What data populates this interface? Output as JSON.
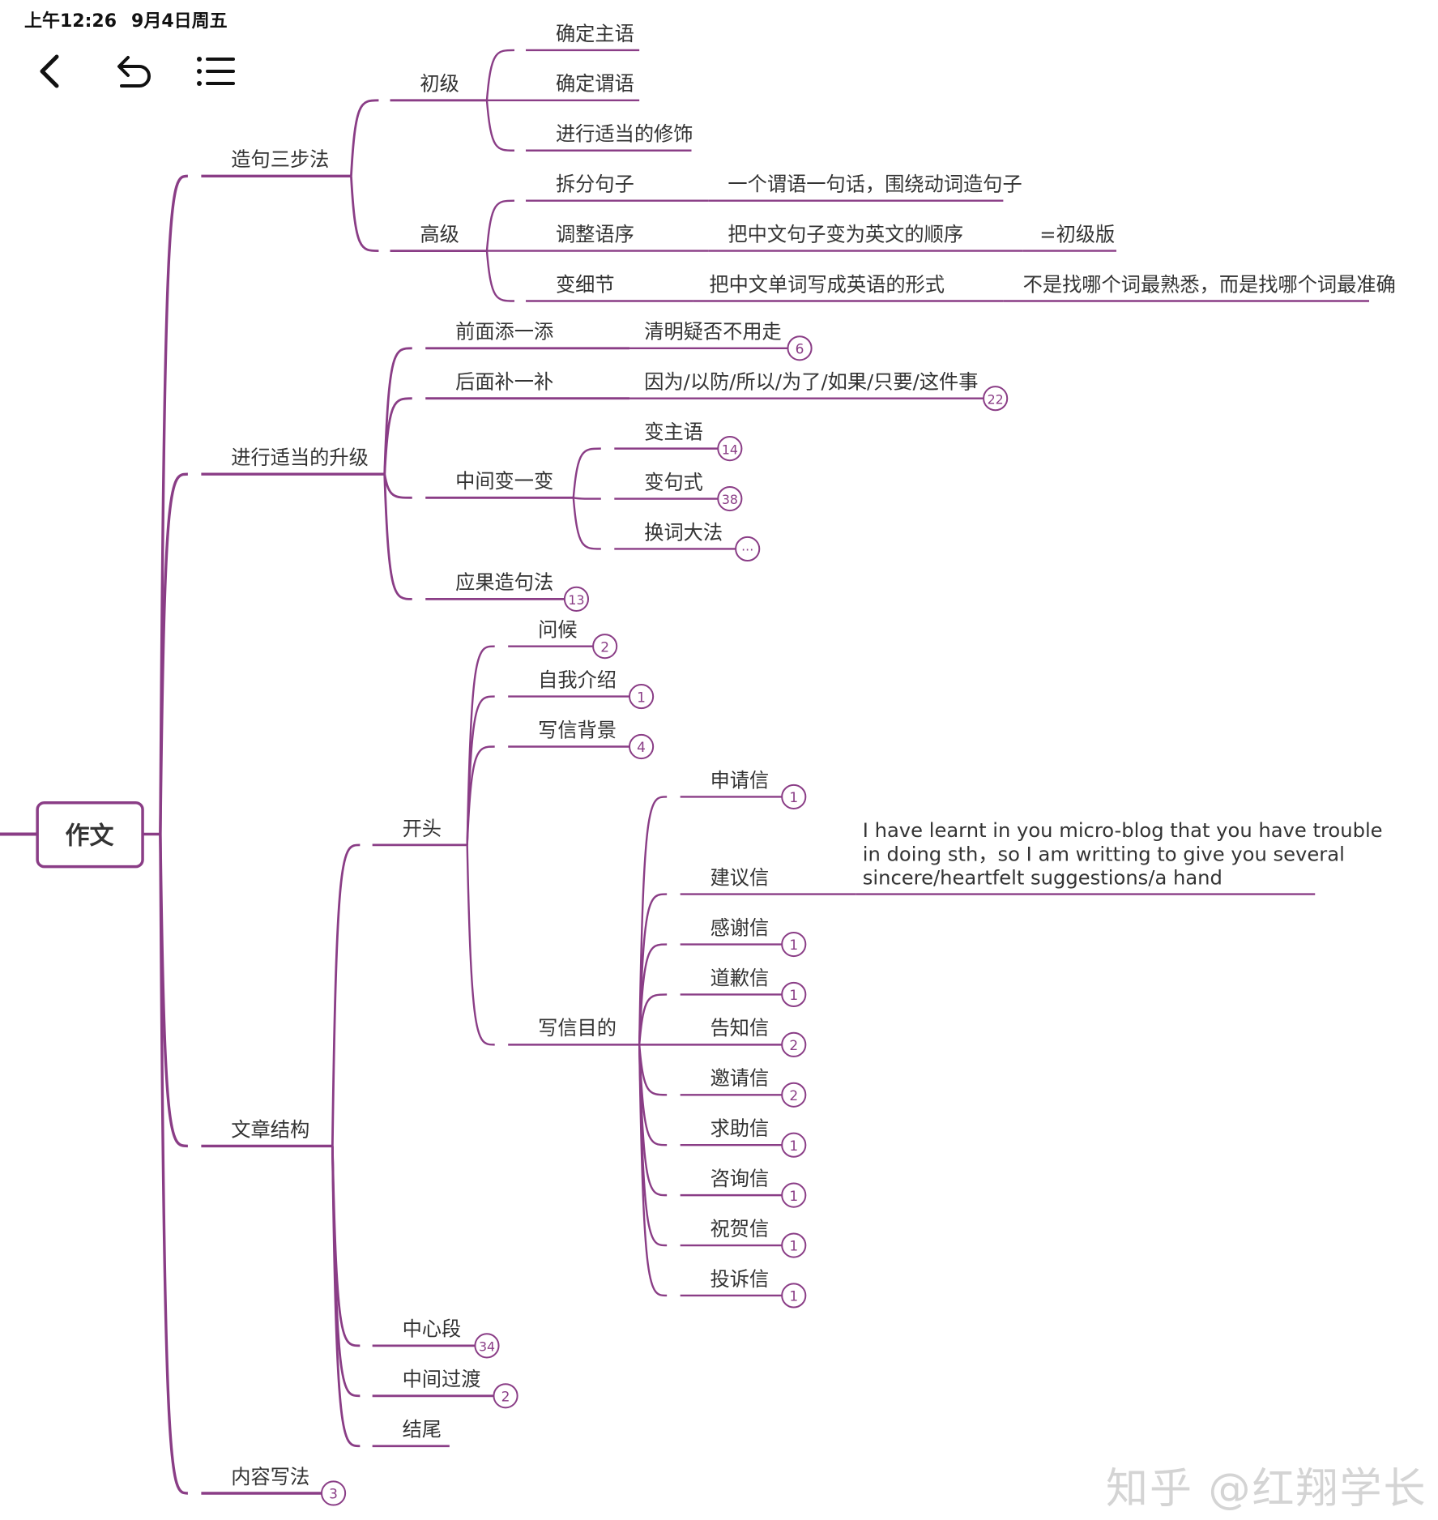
{
  "status_bar": {
    "time": "上午12:26",
    "date": "9月4日周五"
  },
  "toolbar": {
    "back_icon": "chevron-left-icon",
    "undo_icon": "undo-icon",
    "outline_icon": "list-icon"
  },
  "colors": {
    "branch": "#8a3d86",
    "badge": "#8a3d86",
    "text": "#333333"
  },
  "watermark": "知乎 @红翔学长",
  "mindmap": {
    "root": "作文",
    "nodes": [
      {
        "id": "b1",
        "parent": "root",
        "label": "造句三步法"
      },
      {
        "id": "b1a",
        "parent": "b1",
        "label": "初级"
      },
      {
        "id": "b1a1",
        "parent": "b1a",
        "label": "确定主语"
      },
      {
        "id": "b1a2",
        "parent": "b1a",
        "label": "确定谓语"
      },
      {
        "id": "b1a3",
        "parent": "b1a",
        "label": "进行适当的修饰"
      },
      {
        "id": "b1b",
        "parent": "b1",
        "label": "高级"
      },
      {
        "id": "b1b1",
        "parent": "b1b",
        "label": "拆分句子"
      },
      {
        "id": "b1b1a",
        "parent": "b1b1",
        "label": "一个谓语一句话，围绕动词造句子"
      },
      {
        "id": "b1b2",
        "parent": "b1b",
        "label": "调整语序"
      },
      {
        "id": "b1b2a",
        "parent": "b1b2",
        "label": "把中文句子变为英文的顺序"
      },
      {
        "id": "b1b2b",
        "parent": "b1b2a",
        "label": "=初级版"
      },
      {
        "id": "b1b3",
        "parent": "b1b",
        "label": "变细节"
      },
      {
        "id": "b1b3a",
        "parent": "b1b3",
        "label": "把中文单词写成英语的形式"
      },
      {
        "id": "b1b3b",
        "parent": "b1b3a",
        "label": "不是找哪个词最熟悉，而是找哪个词最准确"
      },
      {
        "id": "b2",
        "parent": "root",
        "label": "进行适当的升级"
      },
      {
        "id": "b2a",
        "parent": "b2",
        "label": "前面添一添"
      },
      {
        "id": "b2a1",
        "parent": "b2a",
        "label": "清明疑否不用走",
        "badge": "6"
      },
      {
        "id": "b2b",
        "parent": "b2",
        "label": "后面补一补"
      },
      {
        "id": "b2b1",
        "parent": "b2b",
        "label": "因为/以防/所以/为了/如果/只要/这件事",
        "badge": "22"
      },
      {
        "id": "b2c",
        "parent": "b2",
        "label": "中间变一变"
      },
      {
        "id": "b2c1",
        "parent": "b2c",
        "label": "变主语",
        "badge": "14"
      },
      {
        "id": "b2c2",
        "parent": "b2c",
        "label": "变句式",
        "badge": "38"
      },
      {
        "id": "b2c3",
        "parent": "b2c",
        "label": "换词大法",
        "badge": "···"
      },
      {
        "id": "b2d",
        "parent": "b2",
        "label": "应果造句法",
        "badge": "13"
      },
      {
        "id": "b3",
        "parent": "root",
        "label": "文章结构"
      },
      {
        "id": "b3a",
        "parent": "b3",
        "label": "开头"
      },
      {
        "id": "b3a1",
        "parent": "b3a",
        "label": "问候",
        "badge": "2"
      },
      {
        "id": "b3a2",
        "parent": "b3a",
        "label": "自我介绍",
        "badge": "1"
      },
      {
        "id": "b3a3",
        "parent": "b3a",
        "label": "写信背景",
        "badge": "4"
      },
      {
        "id": "b3a4",
        "parent": "b3a",
        "label": "写信目的"
      },
      {
        "id": "b3a4a",
        "parent": "b3a4",
        "label": "申请信",
        "badge": "1"
      },
      {
        "id": "b3a4b",
        "parent": "b3a4",
        "label": "建议信"
      },
      {
        "id": "b3a4b1",
        "parent": "b3a4b",
        "label": "I have learnt in you micro-blog that you have trouble\nin doing sth，so I am writting to give you several\nsincere/heartfelt suggestions/a hand"
      },
      {
        "id": "b3a4c",
        "parent": "b3a4",
        "label": "感谢信",
        "badge": "1"
      },
      {
        "id": "b3a4d",
        "parent": "b3a4",
        "label": "道歉信",
        "badge": "1"
      },
      {
        "id": "b3a4e",
        "parent": "b3a4",
        "label": "告知信",
        "badge": "2"
      },
      {
        "id": "b3a4f",
        "parent": "b3a4",
        "label": "邀请信",
        "badge": "2"
      },
      {
        "id": "b3a4g",
        "parent": "b3a4",
        "label": "求助信",
        "badge": "1"
      },
      {
        "id": "b3a4h",
        "parent": "b3a4",
        "label": "咨询信",
        "badge": "1"
      },
      {
        "id": "b3a4i",
        "parent": "b3a4",
        "label": "祝贺信",
        "badge": "1"
      },
      {
        "id": "b3a4j",
        "parent": "b3a4",
        "label": "投诉信",
        "badge": "1"
      },
      {
        "id": "b3b",
        "parent": "b3",
        "label": "中心段",
        "badge": "34"
      },
      {
        "id": "b3c",
        "parent": "b3",
        "label": "中间过渡",
        "badge": "2"
      },
      {
        "id": "b3d",
        "parent": "b3",
        "label": "结尾"
      },
      {
        "id": "b4",
        "parent": "root",
        "label": "内容写法",
        "badge": "3"
      }
    ]
  }
}
